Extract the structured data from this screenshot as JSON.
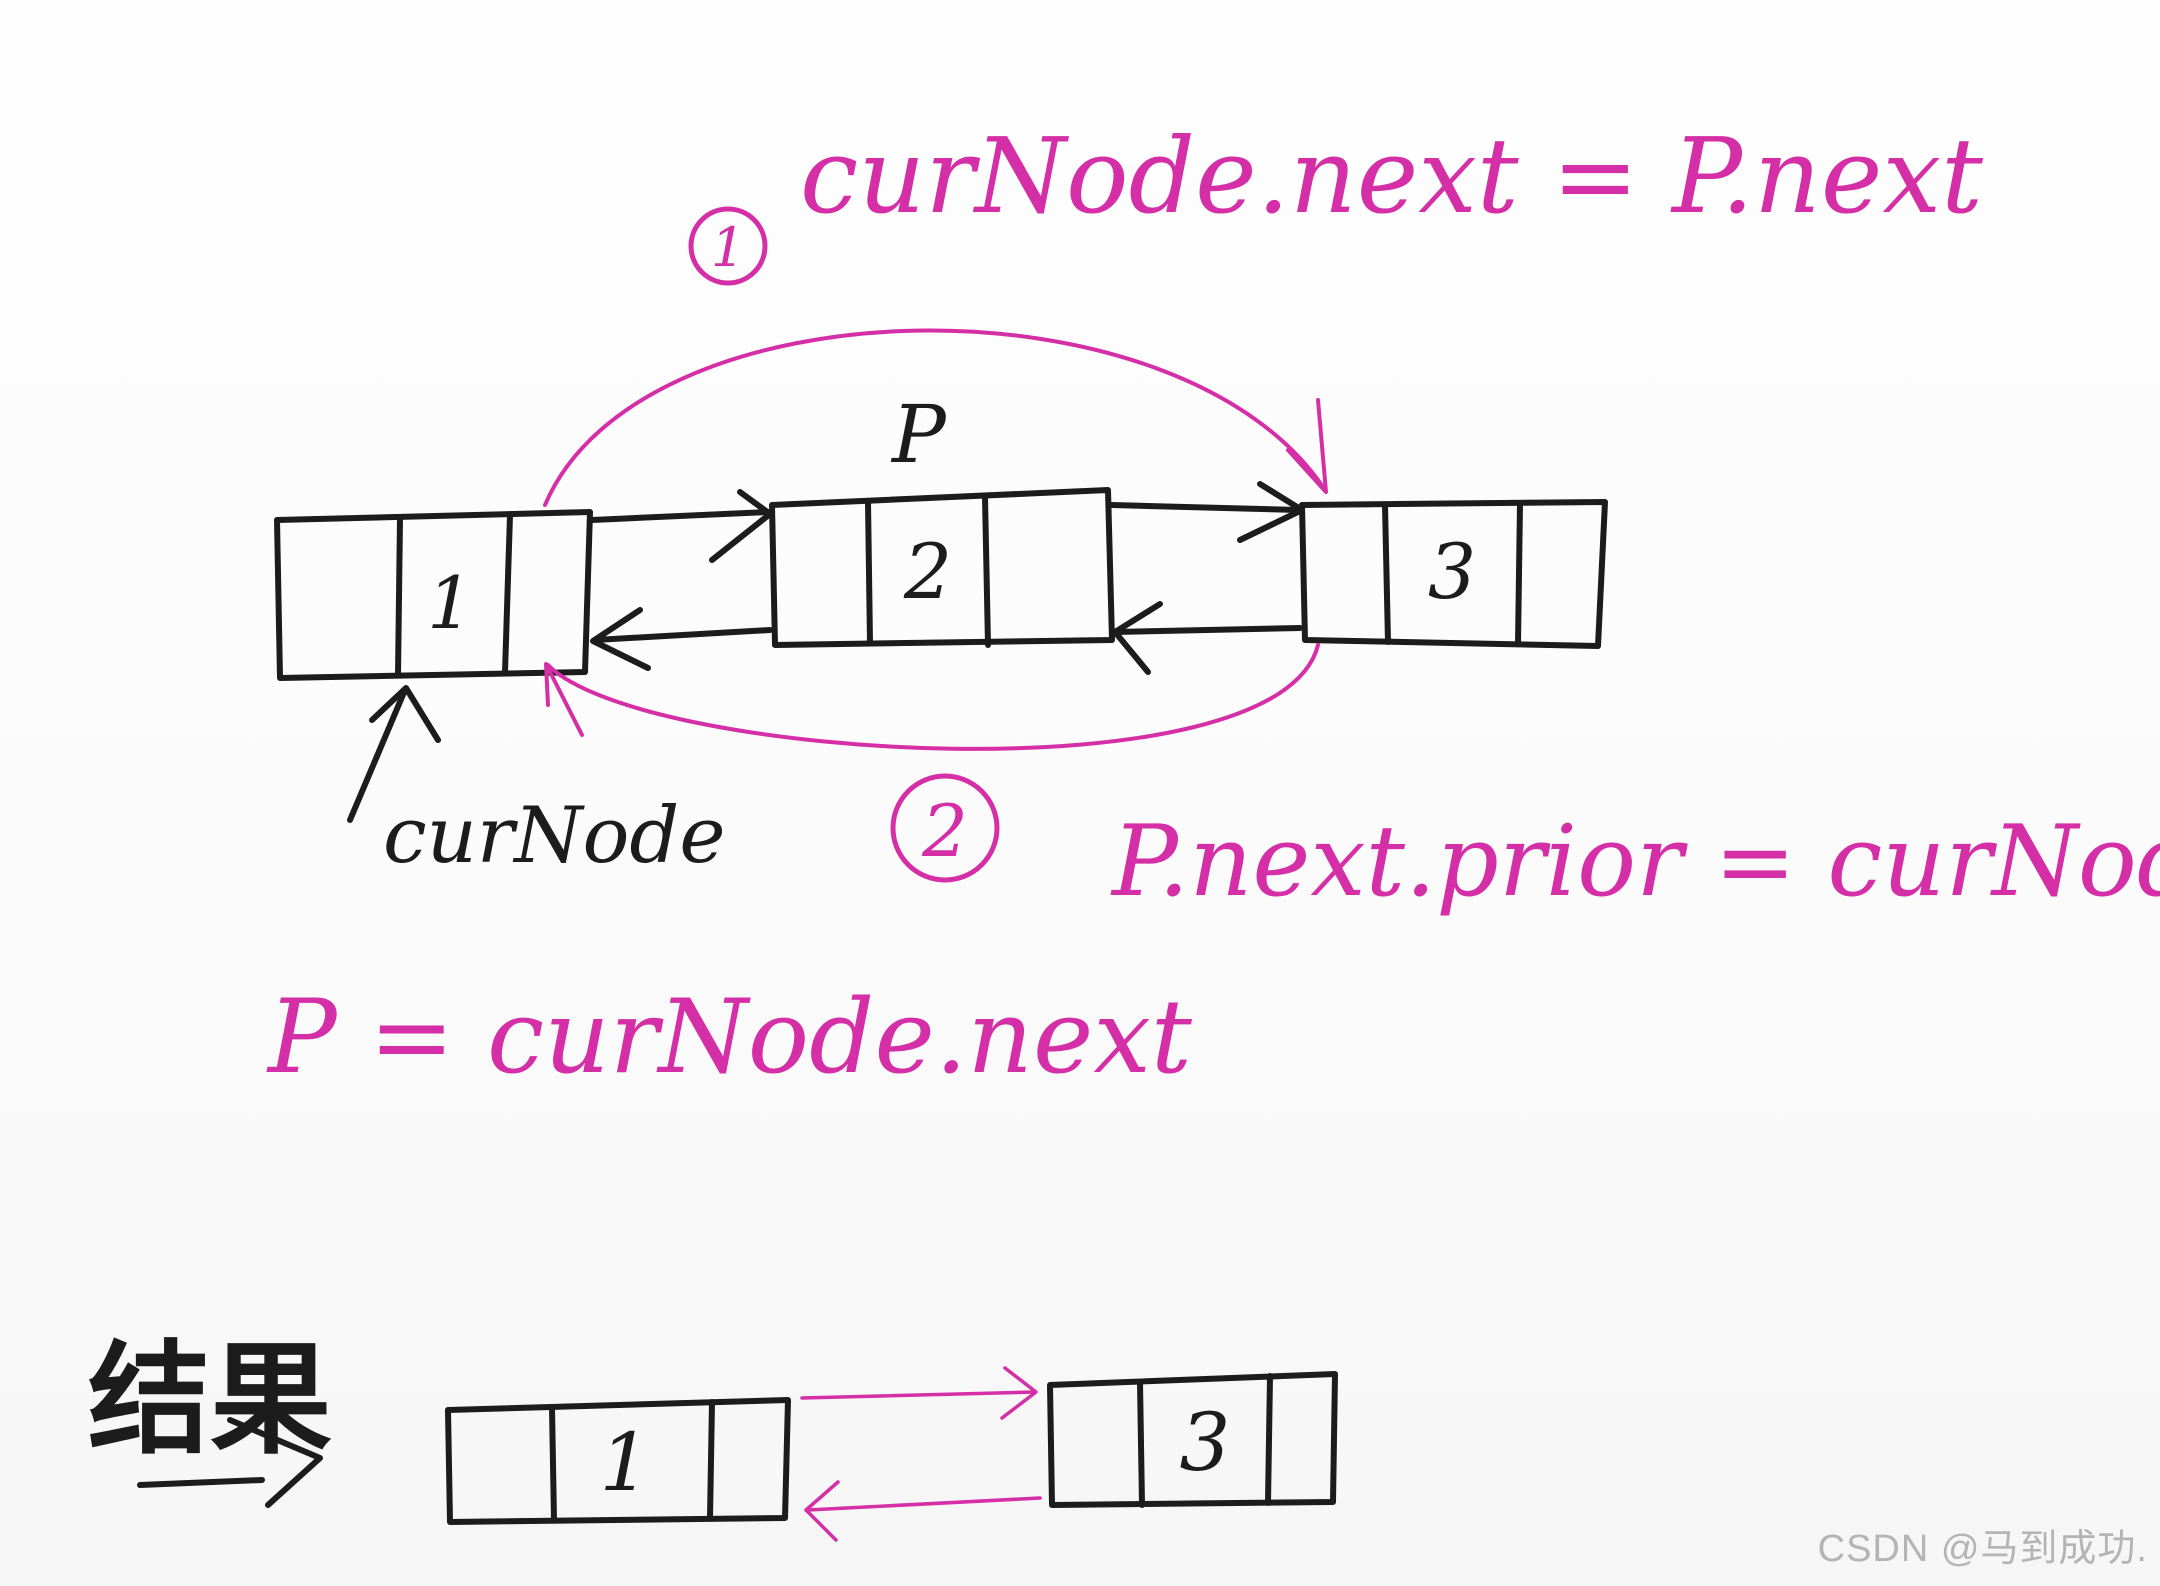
{
  "steps": {
    "step1_marker": "1",
    "step1_code": "curNode.next = P.next",
    "step2_marker": "2",
    "step2_code": "P.next.prior = curNode",
    "assign_code": "P = curNode.next"
  },
  "labels": {
    "p_label": "P",
    "cur_label": "curNode",
    "result_label": "结果"
  },
  "nodes_top": [
    {
      "value": "1"
    },
    {
      "value": "2"
    },
    {
      "value": "3"
    }
  ],
  "nodes_result": [
    {
      "value": "1"
    },
    {
      "value": "3"
    }
  ],
  "watermark": "CSDN @马到成功.",
  "colors": {
    "pink": "#d42fa6",
    "ink": "#1c1c1c"
  }
}
